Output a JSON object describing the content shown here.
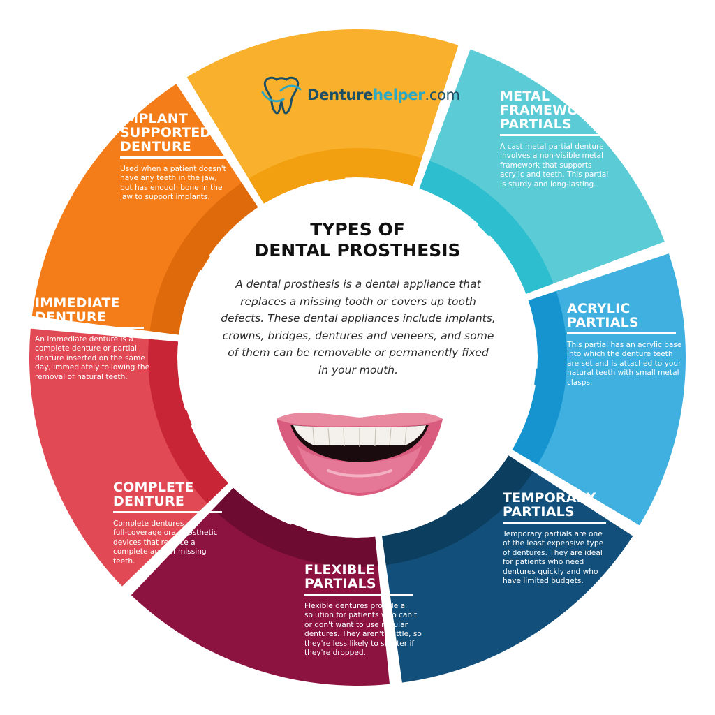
{
  "logo": {
    "part1": "Denture",
    "part2": "helper",
    "part3": ".com",
    "icon": "tooth-logo-icon"
  },
  "center": {
    "title": "TYPES OF\nDENTAL PROSTHESIS",
    "description": "A dental prosthesis is a dental appliance that\nreplaces a missing tooth or covers up tooth\ndefects. These dental appliances include implants,\ncrowns, bridges, dentures and veneers, and some\nof them can be removable or permanently fixed\nin your mouth."
  },
  "segments": [
    {
      "id": "metal-framework",
      "title": "METAL\nFRAMEWORK\nPARTIALS",
      "color": "#5bcbd6",
      "inner_color": "#2dbfcf",
      "description": " A cast metal partial denture\ninvolves a non-visible metal\nframework that supports\nacrylic and teeth. This partial\nis sturdy and long-lasting."
    },
    {
      "id": "acrylic",
      "title": "ACRYLIC\nPARTIALS",
      "color": "#3fb0e0",
      "inner_color": "#1694cf",
      "description": "This partial has an acrylic base\ninto which the denture teeth\nare set and is attached to your\nnatural teeth with small metal\nclasps."
    },
    {
      "id": "temporary",
      "title": "TEMPORARY\nPARTIALS",
      "color": "#124f7a",
      "inner_color": "#0c3e60",
      "description": "Temporary partials are one\nof the least expensive type\nof dentures. They are ideal\nfor patients who need\ndentures quickly and who\nhave limited budgets."
    },
    {
      "id": "flexible",
      "title": "FLEXIBLE\nPARTIALS",
      "color": "#8c1240",
      "inner_color": "#6e0b30",
      "description": "Flexible dentures provide a\nsolution for patients who can't\nor don't want to use regular\ndentures. They aren't brittle, so\nthey're less likely to shatter if\nthey're dropped."
    },
    {
      "id": "complete",
      "title": "COMPLETE\nDENTURE",
      "color": "#e14a55",
      "inner_color": "#c82636",
      "description": "Complete dentures are\nfull-coverage oral prosthetic\ndevices that replace a\ncomplete arch of missing\nteeth."
    },
    {
      "id": "immediate",
      "title": "IMMEDIATE\nDENTURE",
      "color": "#f57d19",
      "inner_color": "#df6a0c",
      "description": "An immediate denture is a\ncomplete denture or partial\ndenture inserted on the same\nday, immediately following the\nremoval of natural teeth."
    },
    {
      "id": "implant",
      "title": "IMPLANT\nSUPPORTED\nDENTURE",
      "color": "#f8b02d",
      "inner_color": "#f2a00f",
      "description": "Used when a patient doesn't\nhave any teeth in the jaw,\nbut has enough bone in the\njaw to support implants."
    }
  ],
  "illustration": {
    "icon": "smiling-mouth-icon"
  }
}
